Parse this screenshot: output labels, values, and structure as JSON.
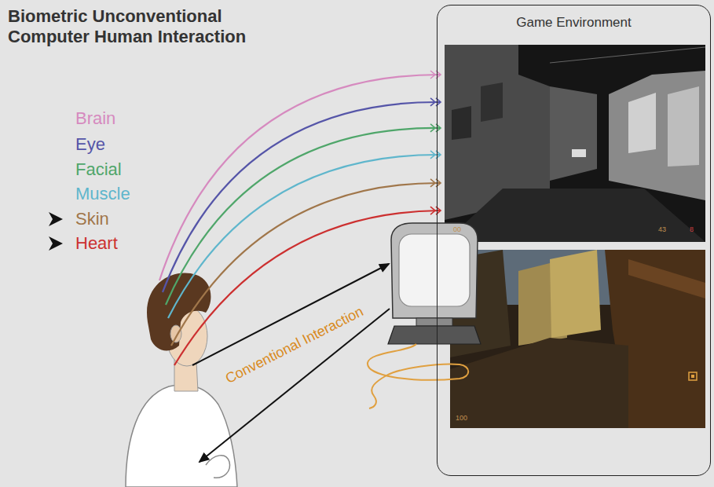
{
  "diagram": {
    "title": "Biometric Unconventional Computer Human Interaction",
    "nodes": [
      {
        "text": [
          "Game Environment"
        ]
      }
    ],
    "labels": [
      "Brain",
      "Eye",
      "Facial",
      "Muscle",
      "Skin",
      "Heart",
      "Conventional Interaction",
      "00",
      "43",
      "8",
      "100"
    ]
  }
}
